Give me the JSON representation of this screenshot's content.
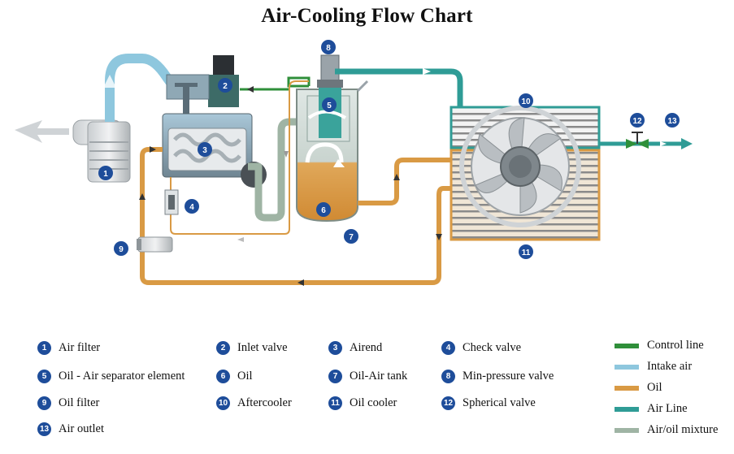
{
  "title": "Air-Cooling Flow Chart",
  "colors": {
    "control_line": "#2f8f3a",
    "intake_air": "#8ec7de",
    "oil": "#d99a44",
    "air_line": "#2f9c96",
    "air_oil_mixture": "#9fb4a4",
    "badge": "#1e4d9a"
  },
  "badges": [
    "1",
    "2",
    "3",
    "4",
    "5",
    "6",
    "7",
    "8",
    "9",
    "10",
    "11",
    "12",
    "13"
  ],
  "legend": {
    "components": [
      {
        "num": "1",
        "label": "Air filter"
      },
      {
        "num": "2",
        "label": "Inlet valve"
      },
      {
        "num": "3",
        "label": "Airend"
      },
      {
        "num": "4",
        "label": "Check valve"
      },
      {
        "num": "5",
        "label": "Oil - Air separator element"
      },
      {
        "num": "6",
        "label": "Oil"
      },
      {
        "num": "7",
        "label": "Oil-Air tank"
      },
      {
        "num": "8",
        "label": "Min-pressure valve"
      },
      {
        "num": "9",
        "label": "Oil filter"
      },
      {
        "num": "10",
        "label": "Aftercooler"
      },
      {
        "num": "11",
        "label": "Oil cooler"
      },
      {
        "num": "12",
        "label": "Spherical valve"
      },
      {
        "num": "13",
        "label": "Air outlet"
      }
    ],
    "lines": [
      {
        "label": "Control line",
        "color": "#2f8f3a"
      },
      {
        "label": "Intake air",
        "color": "#8ec7de"
      },
      {
        "label": "Oil",
        "color": "#d99a44"
      },
      {
        "label": "Air Line",
        "color": "#2f9c96"
      },
      {
        "label": "Air/oil mixture",
        "color": "#9fb4a4"
      }
    ]
  }
}
